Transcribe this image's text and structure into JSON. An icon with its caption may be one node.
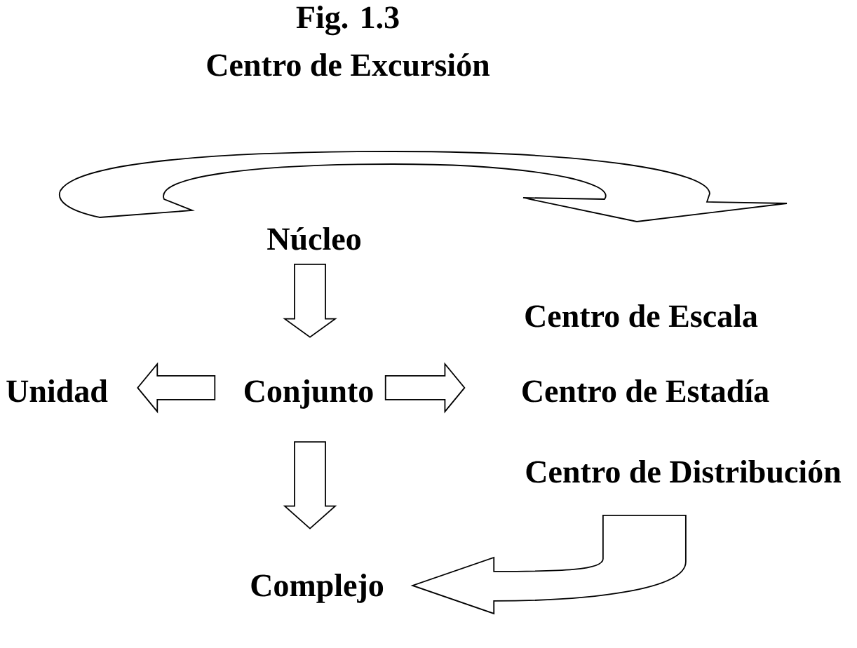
{
  "diagram": {
    "title": "Fig. 1.3",
    "nodes": [
      {
        "text": [
          "Núcleo"
        ]
      },
      {
        "text": [
          "Unidad"
        ]
      },
      {
        "text": [
          "Conjunto"
        ]
      },
      {
        "text": [
          "Centro de Estadía"
        ]
      },
      {
        "text": [
          "Centro de Distribución"
        ]
      },
      {
        "text": [
          "Complejo"
        ]
      }
    ],
    "edges": [
      {
        "from": 0,
        "to": 2,
        "arrow": "to"
      },
      {
        "from": 2,
        "to": 1,
        "arrow": "to"
      },
      {
        "from": 2,
        "to": 3,
        "arrow": "to"
      },
      {
        "from": 2,
        "to": 5,
        "arrow": "to"
      },
      {
        "from": 4,
        "to": 5,
        "arrow": "to"
      }
    ],
    "labels": [
      "Centro de Excursión",
      "Centro de Escala"
    ]
  }
}
